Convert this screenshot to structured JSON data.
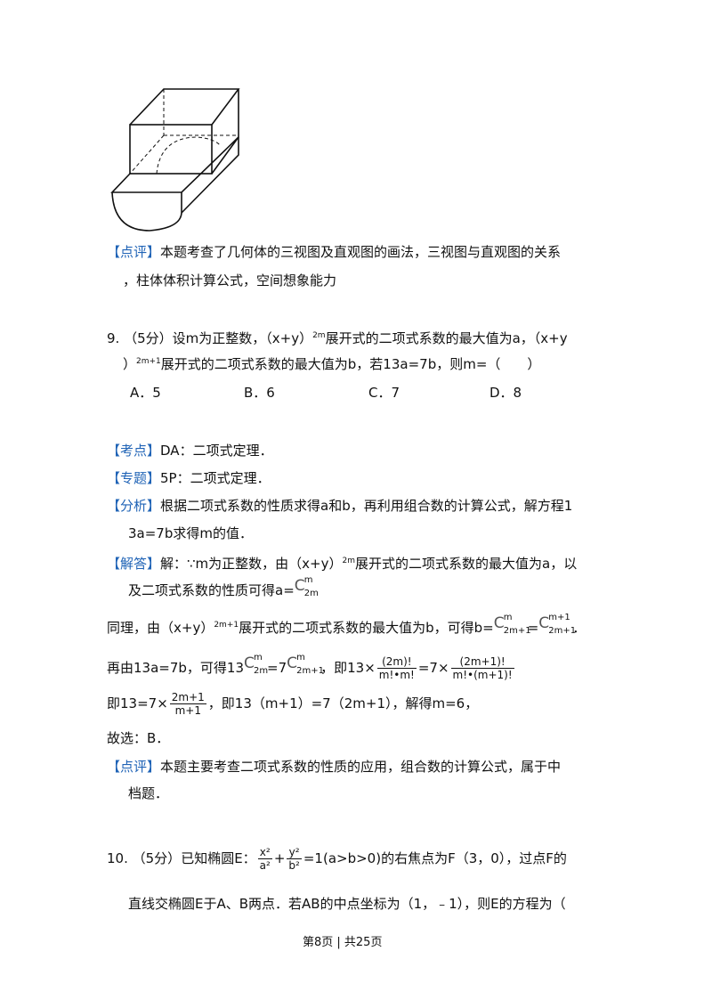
{
  "figure": {
    "description_icon": "solid-figure-diagram"
  },
  "review8": {
    "tag": "【点评】",
    "line1": "本题考查了几何体的三视图及直观图的画法，三视图与直观图的关系",
    "line2": "，柱体体积计算公式，空间想象能力"
  },
  "q9": {
    "num": "9.",
    "score": "（5分）",
    "stem1a": "设m为正整数，（x+y）",
    "exp1": "2m",
    "stem1b": "展开式的二项式系数的最大值为a，（x+y",
    "stem2a": "）",
    "exp2": "2m+1",
    "stem2b": "展开式的二项式系数的最大值为b，若13a=7b，则m=（　　）",
    "options": [
      "A．5",
      "B．6",
      "C．7",
      "D．8"
    ]
  },
  "kaodian": {
    "tag": "【考点】",
    "text": "DA：二项式定理．"
  },
  "zhuanti": {
    "tag": "【专题】",
    "text": "5P：二项式定理．"
  },
  "fenxi": {
    "tag": "【分析】",
    "line1": "根据二项式系数的性质求得a和b，再利用组合数的计算公式，解方程1",
    "line2": "3a=7b求得m的值．"
  },
  "jieda": {
    "tag": "【解答】",
    "line1a": "解：∵m为正整数，由（x+y）",
    "line1exp": "2m",
    "line1b": "展开式的二项式系数的最大值为a，以",
    "line2a": "及二项式系数的性质可得a=",
    "c_sup": "m",
    "c_sub": "2m",
    "line3a": "同理，由（x+y）",
    "line3exp": "2m+1",
    "line3b": "展开式的二项式系数的最大值为b，可得b=",
    "c2_sup": "m",
    "c2_sub": "2m+1",
    "eq": "=",
    "c3_sup": "m+1",
    "c3_sub": "2m+1",
    "dot": "．",
    "line4a": "再由13a=7b，可得13",
    "line4b": "=7",
    "line4c": "，即13×",
    "f1_num": "(2m)!",
    "f1_den": "m!•m!",
    "line4d": "=7×",
    "f2_num": "(2m+1)!",
    "f2_den": "m!•(m+1)!",
    "line5a": "即13=7×",
    "f3_num": "2m+1",
    "f3_den": "m+1",
    "line5b": "，即13（m+1）=7（2m+1），解得m=6，",
    "line6": "故选：B．"
  },
  "review9": {
    "tag": "【点评】",
    "line1": "本题主要考查二项式系数的性质的应用，组合数的计算公式，属于中",
    "line2": "档题．"
  },
  "q10": {
    "num": "10.",
    "score": "（5分）",
    "stem1a": "已知椭圆E：",
    "fx_num": "x²",
    "fx_den": "a²",
    "plus": "+",
    "fy_num": "y²",
    "fy_den": "b²",
    "stem1b": "=1(a>b>0)的右焦点为F（3，0），过点F的",
    "stem2": "直线交椭圆E于A、B两点．若AB的中点坐标为（1，﹣1），则E的方程为（"
  },
  "footer": {
    "text": "第8页 | 共25页"
  }
}
